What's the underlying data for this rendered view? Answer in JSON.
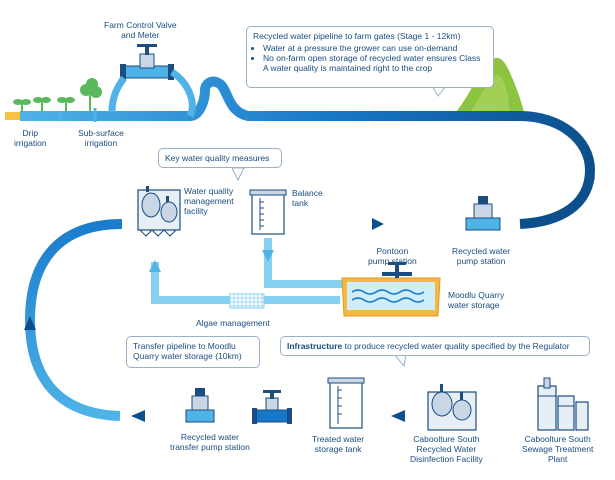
{
  "labels": {
    "farm_valve": [
      "Farm Control Valve",
      "and Meter"
    ],
    "drip": [
      "Drip",
      "irrigation"
    ],
    "subsurface": [
      "Sub-surface",
      "irrigation"
    ],
    "wq_facility": [
      "Water quality",
      "management",
      "facility"
    ],
    "balance_tank": [
      "Balance",
      "tank"
    ],
    "pontoon": [
      "Pontoon",
      "pump station"
    ],
    "recycled_pump": [
      "Recycled water",
      "pump station"
    ],
    "moodlu": [
      "Moodlu Quarry",
      "water storage"
    ],
    "algae": "Algae management",
    "transfer_pump": [
      "Recycled water",
      "transfer pump station"
    ],
    "treated_tank": [
      "Treated water",
      "storage tank"
    ],
    "disinfection": [
      "Caboolture South",
      "Recycled Water",
      "Disinfection Facility"
    ],
    "sewage_plant": [
      "Caboolture South",
      "Sewage Treatment",
      "Plant"
    ]
  },
  "callouts": {
    "pipeline": {
      "title": "Recycled water pipeline to farm gates (Stage 1 - 12km)",
      "bullets": [
        "Water at a pressure the grower can use on-demand",
        "No on-farm open storage of recycled water ensures Class A water quality is maintained right to the crop"
      ]
    },
    "key_measures": "Key water quality measures",
    "transfer_pipeline": [
      "Transfer pipeline to Moodlu",
      "Quarry water storage (10km)"
    ],
    "infrastructure": {
      "bold": "Infrastructure",
      "rest": " to produce recycled water quality specified by the Regulator"
    }
  },
  "colors": {
    "pipe_dark": "#0d4f8c",
    "pipe_mid": "#1677c8",
    "pipe_light": "#4fb3e8",
    "pipe_pale": "#86d0f2",
    "ground": "#f5c242",
    "hill": "#8cc43f",
    "plant": "#5cb85c",
    "water_storage": "#f5b841",
    "arrow": "#0d4f8c"
  }
}
